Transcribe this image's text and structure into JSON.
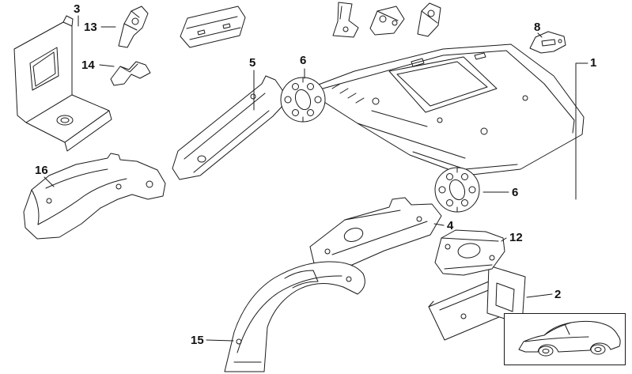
{
  "page": {
    "background": "#ffffff",
    "line_color": "#1a1a1a"
  },
  "diagram": {
    "labels": [
      {
        "text": "3"
      },
      {
        "text": "13"
      },
      {
        "text": "14"
      },
      {
        "text": "5"
      },
      {
        "text": "6"
      },
      {
        "text": "8"
      },
      {
        "text": "1"
      },
      {
        "text": "16"
      },
      {
        "text": "6"
      },
      {
        "text": "4"
      },
      {
        "text": "12"
      },
      {
        "text": "2"
      },
      {
        "text": "15"
      }
    ]
  }
}
